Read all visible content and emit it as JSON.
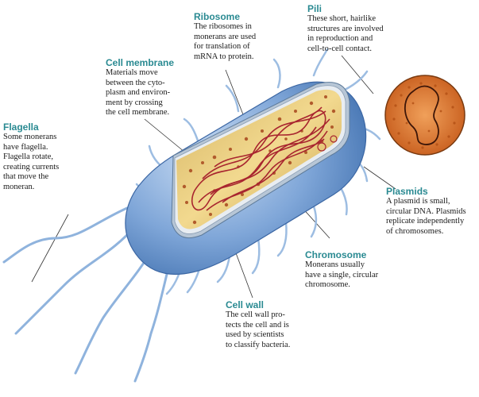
{
  "labels": {
    "ribosome": {
      "title": "Ribosome",
      "desc": "The ribosomes in\nmonerans are used\nfor translation of\nmRNA to protein."
    },
    "pili": {
      "title": "Pili",
      "desc": "These short, hairlike\nstructures are involved\nin reproduction and\ncell-to-cell contact."
    },
    "membrane": {
      "title": "Cell membrane",
      "desc": "Materials move\nbetween the cyto-\nplasm and environ-\nment by crossing\nthe cell membrane."
    },
    "flagella": {
      "title": "Flagella",
      "desc": "Some monerans\nhave flagella.\nFlagella rotate,\ncreating currents\nthat move the\nmoneran."
    },
    "plasmids": {
      "title": "Plasmids",
      "desc": "A plasmid is small,\ncircular DNA. Plasmids\nreplicate independently\nof chromosomes."
    },
    "chromosome": {
      "title": "Chromosome",
      "desc": "Monerans usually\nhave a single, circular\nchromosome."
    },
    "cellwall": {
      "title": "Cell wall",
      "desc": "The cell wall pro-\ntects the cell and is\nused by scientists\nto classify bacteria."
    }
  },
  "colors": {
    "cell_body": "#7fa6d8",
    "cytoplasm": "#e9c877",
    "chromosome": "#a8252f",
    "label_title": "#2a8a92",
    "plasmid_bg": "#d9782c"
  }
}
